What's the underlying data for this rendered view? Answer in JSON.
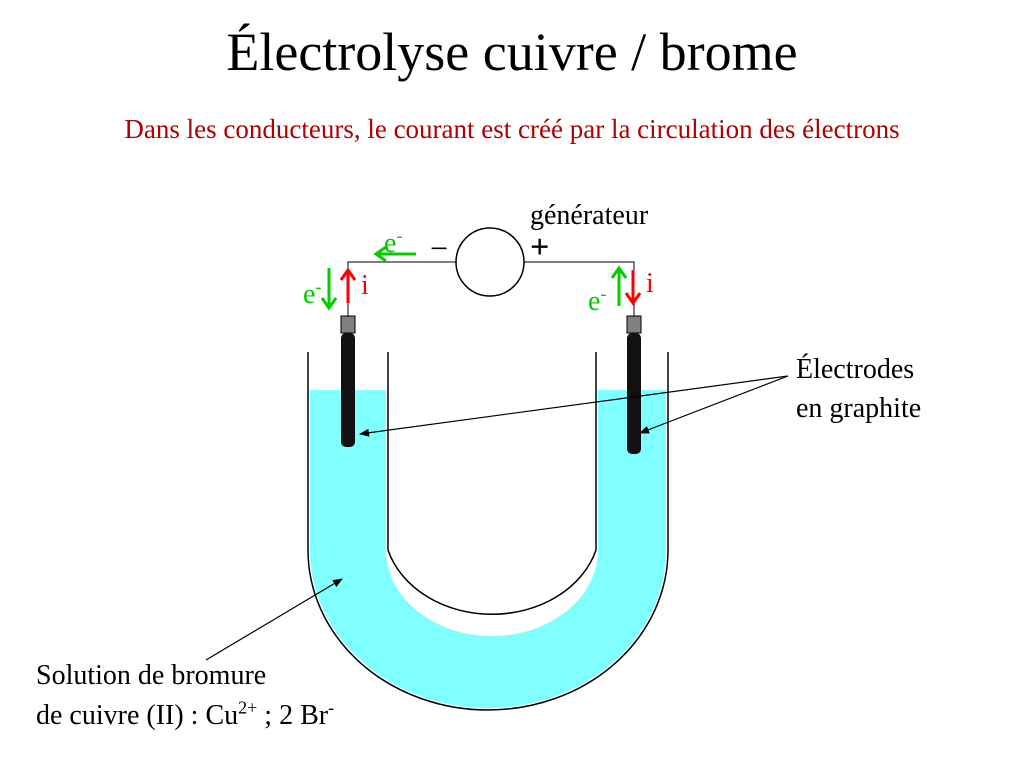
{
  "title": "Électrolyse cuivre / brome",
  "subtitle": "Dans les conducteurs, le courant est créé par la circulation des électrons",
  "generator": {
    "label": "générateur",
    "minus": "−",
    "plus": "+"
  },
  "electron": {
    "base": "e",
    "sup": "-"
  },
  "current": "i",
  "electrodes_label": {
    "line1": "Électrodes",
    "line2": "en graphite"
  },
  "solution_label": {
    "line1": "Solution de bromure",
    "line2_prefix": "de cuivre (II)  : Cu",
    "cu_charge": "2+",
    "line2_mid": " ; 2 Br",
    "br_charge": "-"
  },
  "colors": {
    "solution": "#80ffff",
    "electron_arrow": "#00cc00",
    "current_arrow": "#ff0000",
    "subtitle": "#b00000"
  }
}
